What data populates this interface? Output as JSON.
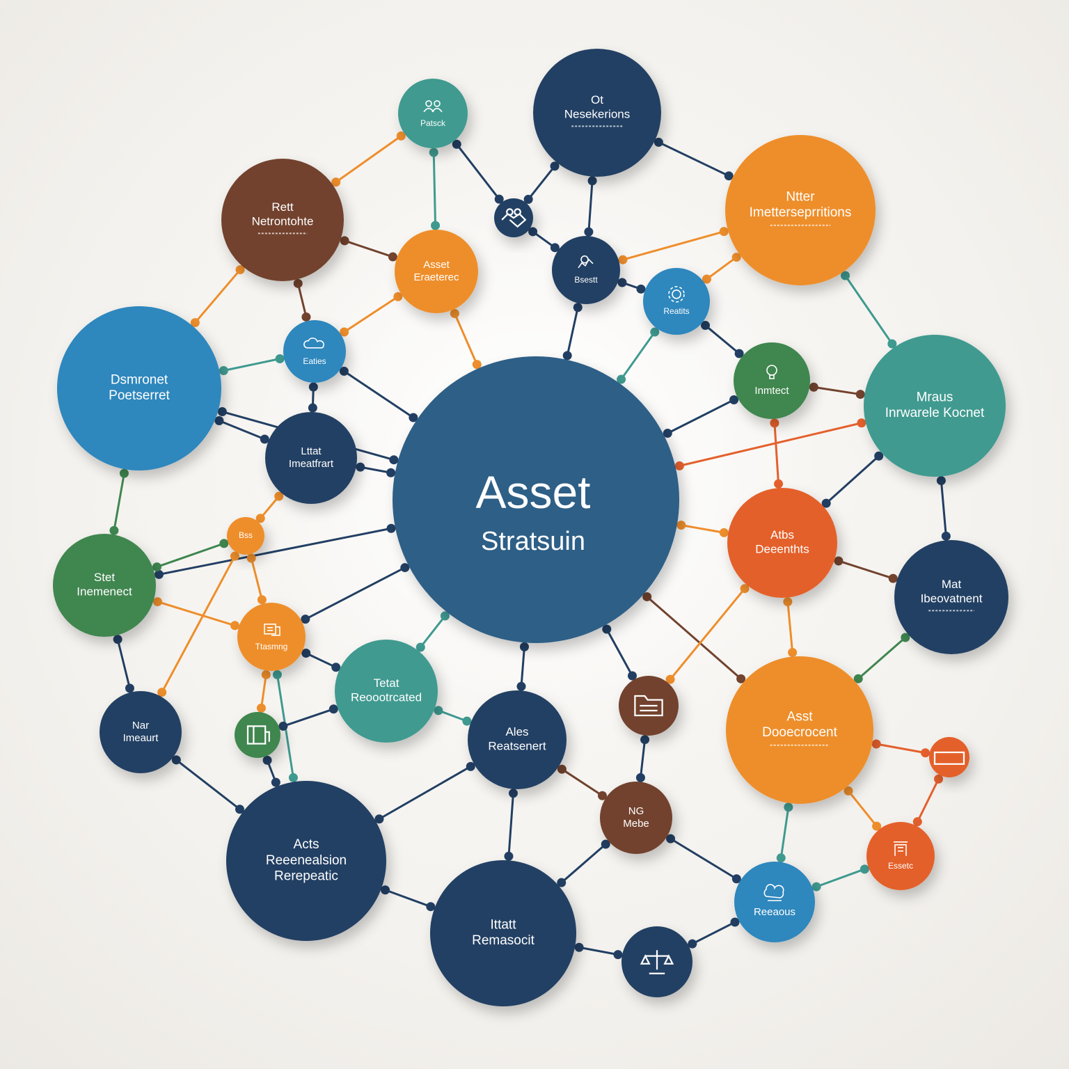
{
  "colors": {
    "navy": "#223f63",
    "blue": "#2e87bd",
    "teal": "#3f9a90",
    "orange": "#ee8e2b",
    "red_orange": "#e4602c",
    "brown": "#72432e",
    "green": "#3f8650",
    "center": "#2f5e86"
  },
  "center": {
    "title": "Asset",
    "subtitle": "Stratsuin"
  },
  "nodes": [
    {
      "id": "n1",
      "color": "navy",
      "lines": [
        "Ot",
        "Nesekerions"
      ],
      "small": true
    },
    {
      "id": "n2",
      "color": "teal",
      "lines": [
        "Patsck"
      ],
      "icon": "users-icon"
    },
    {
      "id": "n3",
      "color": "brown",
      "lines": [
        "Rett",
        "Netrontohte"
      ],
      "small": true
    },
    {
      "id": "n4",
      "color": "orange",
      "lines": [
        "Ntter",
        "Imetterseprritions"
      ],
      "small": true
    },
    {
      "id": "n5",
      "color": "orange",
      "lines": [
        "Asset",
        "Eraeterec"
      ]
    },
    {
      "id": "n6",
      "color": "navy",
      "lines": [],
      "icon": "handshake-icon"
    },
    {
      "id": "n7",
      "color": "navy",
      "lines": [
        "Bsestt"
      ],
      "icon": "chart-icon"
    },
    {
      "id": "n8",
      "color": "blue",
      "lines": [
        "Reatits"
      ],
      "icon": "gear-icon"
    },
    {
      "id": "n9",
      "color": "blue",
      "lines": [
        "Dsmronet",
        "Poetserret"
      ]
    },
    {
      "id": "n10",
      "color": "blue",
      "lines": [
        "Eaties"
      ],
      "icon": "cloud-icon"
    },
    {
      "id": "n11",
      "color": "green",
      "lines": [
        "Inmtect"
      ],
      "icon": "lightbulb-icon"
    },
    {
      "id": "n12",
      "color": "teal",
      "lines": [
        "Mraus",
        "Inrwarele Kocnet"
      ]
    },
    {
      "id": "n13",
      "color": "navy",
      "lines": [
        "Lttat",
        "Imeatfrart"
      ]
    },
    {
      "id": "n14",
      "color": "orange",
      "lines": [
        "Bss"
      ]
    },
    {
      "id": "n15",
      "color": "red_orange",
      "lines": [
        "Atbs",
        "Deeenthts"
      ]
    },
    {
      "id": "n16",
      "color": "green",
      "lines": [
        "Stet",
        "Inemenect"
      ]
    },
    {
      "id": "n17",
      "color": "navy",
      "lines": [
        "Mat",
        "Ibeovatnent"
      ],
      "small": true
    },
    {
      "id": "n18",
      "color": "orange",
      "lines": [
        "Ttasmng"
      ],
      "icon": "document-icon"
    },
    {
      "id": "n19",
      "color": "teal",
      "lines": [
        "Tetat",
        "Reoootrcated"
      ]
    },
    {
      "id": "n20",
      "color": "brown",
      "lines": [],
      "icon": "folder-icon"
    },
    {
      "id": "n21",
      "color": "orange",
      "lines": [
        "Asst",
        "Dooecrocent"
      ],
      "small": true
    },
    {
      "id": "n22",
      "color": "navy",
      "lines": [
        "Nar",
        "Imeaurt"
      ]
    },
    {
      "id": "n23",
      "color": "green",
      "lines": [],
      "icon": "clipboard-icon"
    },
    {
      "id": "n24",
      "color": "navy",
      "lines": [
        "Ales",
        "Reatsenert"
      ]
    },
    {
      "id": "n25",
      "color": "red_orange",
      "lines": [],
      "icon": "card-icon"
    },
    {
      "id": "n26",
      "color": "brown",
      "lines": [
        "NG",
        "Mebe"
      ]
    },
    {
      "id": "n27",
      "color": "red_orange",
      "lines": [
        "Essetc"
      ],
      "icon": "building-icon"
    },
    {
      "id": "n28",
      "color": "navy",
      "lines": [
        "Acts",
        "Reeenealsion",
        "Rerepeatic"
      ]
    },
    {
      "id": "n29",
      "color": "blue",
      "lines": [
        "Reeaous"
      ],
      "icon": "brain-icon"
    },
    {
      "id": "n30",
      "color": "navy",
      "lines": [
        "Ittatt",
        "Remasocit"
      ]
    },
    {
      "id": "n31",
      "color": "navy",
      "lines": [],
      "icon": "scale-icon"
    }
  ],
  "edges": [
    [
      "center",
      "n7",
      "navy"
    ],
    [
      "center",
      "n5",
      "orange"
    ],
    [
      "center",
      "n10",
      "navy"
    ],
    [
      "center",
      "n13",
      "navy"
    ],
    [
      "center",
      "n8",
      "teal"
    ],
    [
      "center",
      "n11",
      "navy"
    ],
    [
      "center",
      "n12",
      "red_orange"
    ],
    [
      "center",
      "n15",
      "orange"
    ],
    [
      "center",
      "n18",
      "navy"
    ],
    [
      "center",
      "n19",
      "teal"
    ],
    [
      "center",
      "n24",
      "navy"
    ],
    [
      "center",
      "n20",
      "navy"
    ],
    [
      "center",
      "n21",
      "brown"
    ],
    [
      "center",
      "n16",
      "navy"
    ],
    [
      "center",
      "n9",
      "navy"
    ],
    [
      "n1",
      "n6",
      "navy"
    ],
    [
      "n1",
      "n7",
      "navy"
    ],
    [
      "n1",
      "n4",
      "navy"
    ],
    [
      "n2",
      "n5",
      "teal"
    ],
    [
      "n2",
      "n6",
      "navy"
    ],
    [
      "n2",
      "n3",
      "orange"
    ],
    [
      "n3",
      "n5",
      "brown"
    ],
    [
      "n3",
      "n9",
      "orange"
    ],
    [
      "n3",
      "n10",
      "brown"
    ],
    [
      "n4",
      "n7",
      "orange"
    ],
    [
      "n4",
      "n8",
      "orange"
    ],
    [
      "n4",
      "n12",
      "teal"
    ],
    [
      "n5",
      "n10",
      "orange"
    ],
    [
      "n6",
      "n7",
      "navy"
    ],
    [
      "n7",
      "n8",
      "navy"
    ],
    [
      "n8",
      "n11",
      "navy"
    ],
    [
      "n9",
      "n10",
      "teal"
    ],
    [
      "n9",
      "n13",
      "navy"
    ],
    [
      "n9",
      "n16",
      "green"
    ],
    [
      "n10",
      "n13",
      "navy"
    ],
    [
      "n11",
      "n12",
      "brown"
    ],
    [
      "n11",
      "n15",
      "red_orange"
    ],
    [
      "n12",
      "n17",
      "navy"
    ],
    [
      "n12",
      "n15",
      "navy"
    ],
    [
      "n13",
      "n14",
      "orange"
    ],
    [
      "n14",
      "n16",
      "green"
    ],
    [
      "n14",
      "n18",
      "orange"
    ],
    [
      "n15",
      "n17",
      "brown"
    ],
    [
      "n15",
      "n21",
      "orange"
    ],
    [
      "n16",
      "n18",
      "orange"
    ],
    [
      "n16",
      "n22",
      "navy"
    ],
    [
      "n17",
      "n21",
      "green"
    ],
    [
      "n18",
      "n19",
      "navy"
    ],
    [
      "n18",
      "n23",
      "orange"
    ],
    [
      "n18",
      "n28",
      "teal"
    ],
    [
      "n19",
      "n24",
      "teal"
    ],
    [
      "n19",
      "n23",
      "navy"
    ],
    [
      "n20",
      "n26",
      "navy"
    ],
    [
      "n20",
      "n15",
      "orange"
    ],
    [
      "n21",
      "n25",
      "red_orange"
    ],
    [
      "n21",
      "n27",
      "orange"
    ],
    [
      "n21",
      "n29",
      "teal"
    ],
    [
      "n22",
      "n28",
      "navy"
    ],
    [
      "n23",
      "n28",
      "navy"
    ],
    [
      "n24",
      "n26",
      "brown"
    ],
    [
      "n24",
      "n28",
      "navy"
    ],
    [
      "n24",
      "n30",
      "navy"
    ],
    [
      "n26",
      "n30",
      "navy"
    ],
    [
      "n26",
      "n29",
      "navy"
    ],
    [
      "n27",
      "n29",
      "teal"
    ],
    [
      "n28",
      "n30",
      "navy"
    ],
    [
      "n30",
      "n31",
      "navy"
    ],
    [
      "n29",
      "n31",
      "navy"
    ],
    [
      "n25",
      "n27",
      "red_orange"
    ],
    [
      "n22",
      "n14",
      "orange"
    ]
  ]
}
